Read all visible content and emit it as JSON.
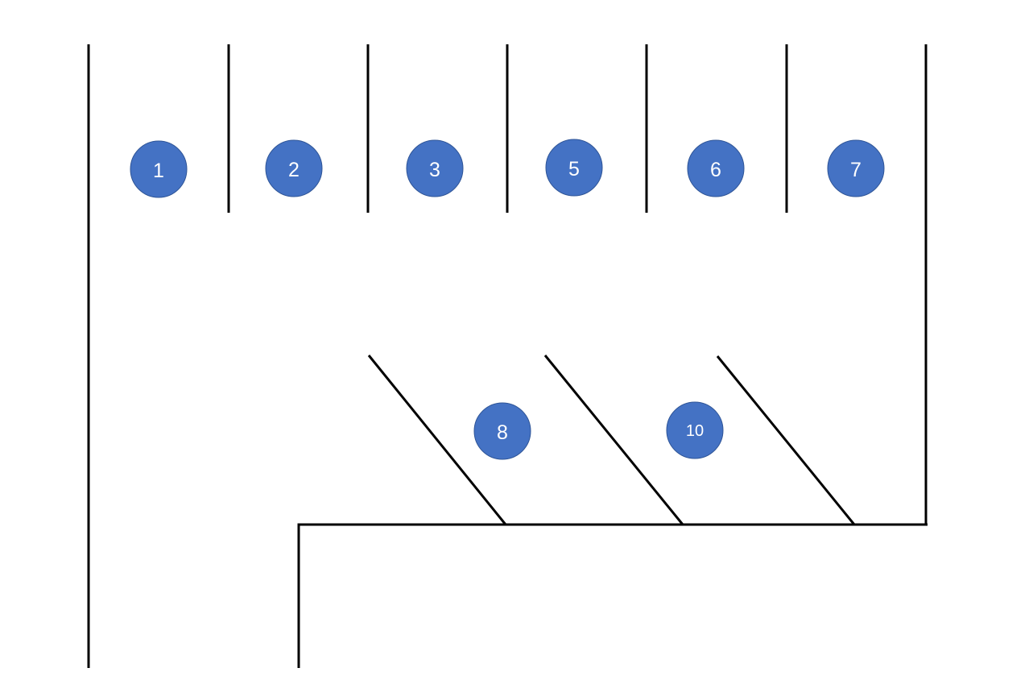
{
  "colors": {
    "marker_fill": "#4472c4",
    "marker_text": "#ffffff",
    "line": "#000000",
    "background": "#ffffff"
  },
  "parking_spots": [
    {
      "label": "1",
      "row": "top"
    },
    {
      "label": "2",
      "row": "top"
    },
    {
      "label": "3",
      "row": "top"
    },
    {
      "label": "5",
      "row": "top"
    },
    {
      "label": "6",
      "row": "top"
    },
    {
      "label": "7",
      "row": "top"
    },
    {
      "label": "8",
      "row": "angled"
    },
    {
      "label": "10",
      "row": "angled"
    }
  ]
}
